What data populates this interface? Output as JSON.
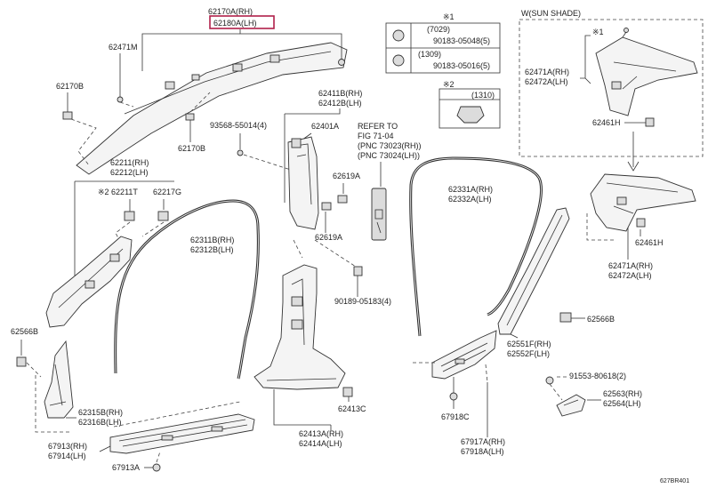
{
  "labels": {
    "p62170A_RH": "62170A(RH)",
    "p62180A_LH": "62180A(LH)",
    "p62471M": "62471M",
    "p62170B_a": "62170B",
    "p62170B_b": "62170B",
    "p93568": "93568-55014(4)",
    "p62411B": "62411B(RH)",
    "p62412B": "62412B(LH)",
    "p62401A": "62401A",
    "refer1": "REFER TO",
    "refer2": "FIG 71-04",
    "refer3": "(PNC 73023(RH))",
    "refer4": "(PNC 73024(LH))",
    "p62619A_a": "62619A",
    "p62619A_b": "62619A",
    "p62211": "62211(RH)",
    "p62212": "62212(LH)",
    "x2_62211T": "※2 62211T",
    "p62217G": "62217G",
    "p62311B": "62311B(RH)",
    "p62312B": "62312B(LH)",
    "p90189": "90189-05183(4)",
    "p62331A": "62331A(RH)",
    "p62332A": "62332A(LH)",
    "p62566B_l": "62566B",
    "p62566B_r": "62566B",
    "p62315B": "62315B(RH)",
    "p62316B": "62316B(LH)",
    "p67913": "67913(RH)",
    "p67914": "67914(LH)",
    "p67913A": "67913A",
    "p62413A": "62413A(RH)",
    "p62414A": "62414A(LH)",
    "p62413C": "62413C",
    "p62551F": "62551F(RH)",
    "p62552F": "62552F(LH)",
    "p67918C": "67918C",
    "p67917A": "67917A(RH)",
    "p67918A": "67918A(LH)",
    "p91553": "91553-80618(2)",
    "p62563": "62563(RH)",
    "p62564": "62564(LH)",
    "sunshade": "W(SUN SHADE)",
    "x1": "※1",
    "p62471A_a": "62471A(RH)",
    "p62472A_a": "62472A(LH)",
    "p62461H_a": "62461H",
    "p62461H_b": "62461H",
    "p62471A_b": "62471A(RH)",
    "p62472A_b": "62472A(LH)",
    "figcode": "627BR401"
  },
  "inset": {
    "mark1": "※1",
    "r1_code": "(7029)",
    "r1_part": "90183-05048(5)",
    "r2_code": "(1309)",
    "r2_part": "90183-05016(5)",
    "mark2": "※2",
    "r3_code": "(1310)"
  },
  "colors": {
    "highlight": "#b0204a",
    "ink": "#333333"
  }
}
